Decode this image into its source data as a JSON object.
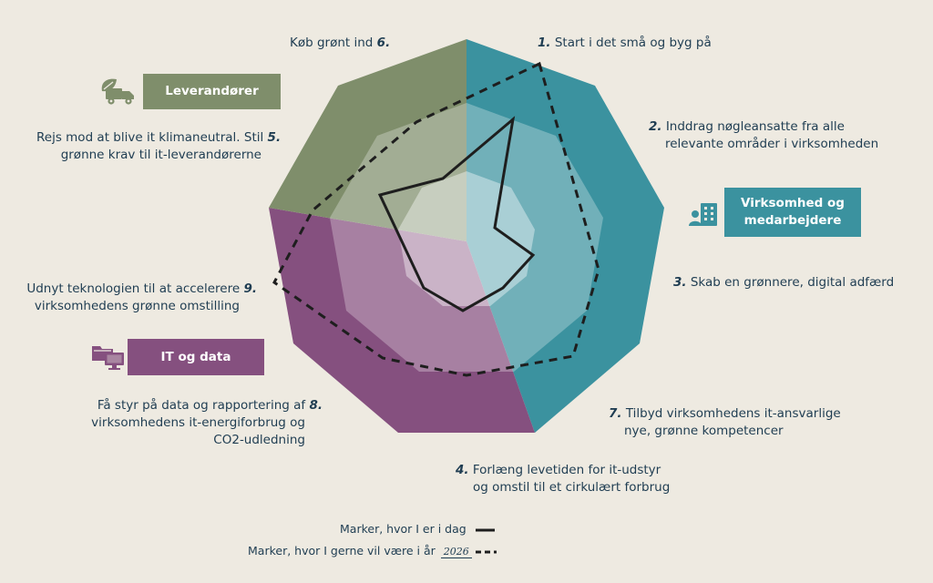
{
  "statements": [
    {
      "num": "1.",
      "line1": "Start i det små og byg på",
      "line2": ""
    },
    {
      "num": "2.",
      "line1": "Inddrag nøgleansatte fra alle",
      "line2": "relevante områder i virksomheden"
    },
    {
      "num": "3.",
      "line1": "Skab en grønnere, digital adfærd",
      "line2": ""
    },
    {
      "num": "4.",
      "line1": "Forlæng levetiden for it-udstyr",
      "line2": "og omstil til et cirkulært forbrug"
    },
    {
      "num": "5.",
      "line1": "Rejs mod at blive it klimaneutral. Stil",
      "line2": "grønne krav til it-leverandørerne"
    },
    {
      "num": "6.",
      "line1": "Køb grønt ind",
      "line2": ""
    },
    {
      "num": "7.",
      "line1": "Tilbyd virksomhedens it-ansvarlige",
      "line2": "nye, grønne kompetencer"
    },
    {
      "num": "8.",
      "line1": "Få styr på data og rapportering af",
      "line2": "virksomhedens it-energiforbrug og",
      "line3": "CO2-udledning"
    },
    {
      "num": "9.",
      "line1": "Udnyt teknologien til at accelerere",
      "line2": "virksomhedens grønne omstilling"
    }
  ],
  "categories": {
    "leverandorer": {
      "label": "Leverandører",
      "color": "#7f8e6b",
      "icon": "truck-leaf-icon"
    },
    "virksomhed": {
      "label_line1": "Virksomhed og",
      "label_line2": "medarbejdere",
      "color": "#3b929f",
      "icon": "building-people-icon"
    },
    "it_data": {
      "label": "IT og data",
      "color": "#85507f",
      "icon": "folders-computer-icon"
    }
  },
  "legend": {
    "today_label": "Marker, hvor I er i dag",
    "goal_label": "Marker, hvor I gerne vil være i år",
    "goal_year": "2026"
  }
}
